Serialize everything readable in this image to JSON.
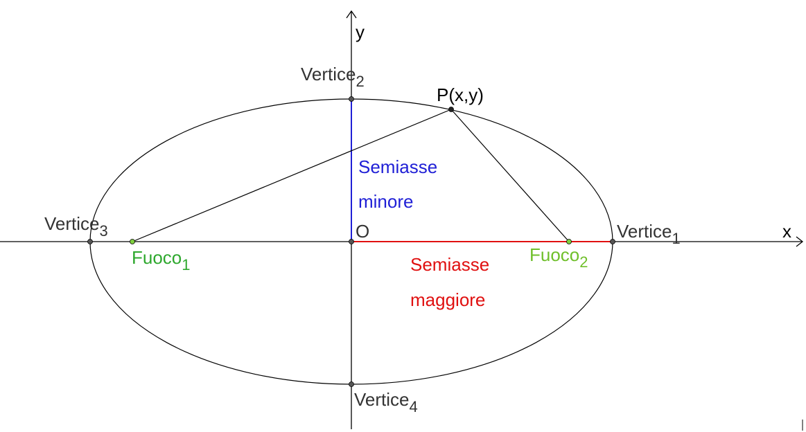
{
  "axes": {
    "x_label": "x",
    "y_label": "y",
    "origin_label": "O"
  },
  "point": {
    "label": "P(x,y)"
  },
  "vertices": [
    {
      "base": "Vertice",
      "sub": "1"
    },
    {
      "base": "Vertice",
      "sub": "2"
    },
    {
      "base": "Vertice",
      "sub": "3"
    },
    {
      "base": "Vertice",
      "sub": "4"
    }
  ],
  "foci": [
    {
      "base": "Fuoco",
      "sub": "1"
    },
    {
      "base": "Fuoco",
      "sub": "2"
    }
  ],
  "semiaxes": {
    "minor_line1": "Semiasse",
    "minor_line2": "minore",
    "major_line1": "Semiasse",
    "major_line2": "maggiore"
  },
  "colors": {
    "curve": "#000000",
    "minor_axis": "#1f1fd6",
    "major_axis": "#e01010",
    "focus_fill": "#7fcf3f",
    "focus_text_1": "#2ea82e",
    "focus_text_2": "#6fbf2a",
    "label_gray": "#333333",
    "point": "#222222"
  }
}
